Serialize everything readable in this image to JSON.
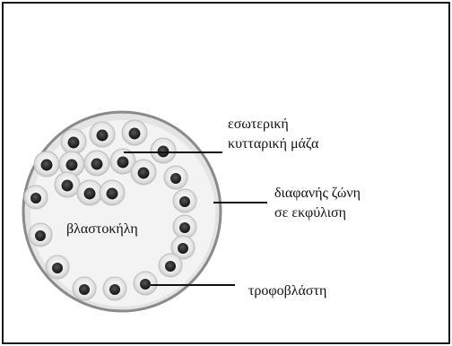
{
  "labels": {
    "inner_cell_mass": [
      "εσωτερική",
      "κυτταρική μάζα"
    ],
    "zona_pellucida": [
      "διαφανής ζώνη",
      "σε εκφύλιση"
    ],
    "blastocoel": "βλαστοκήλη",
    "trophoblast": "τροφοβλάστη"
  }
}
